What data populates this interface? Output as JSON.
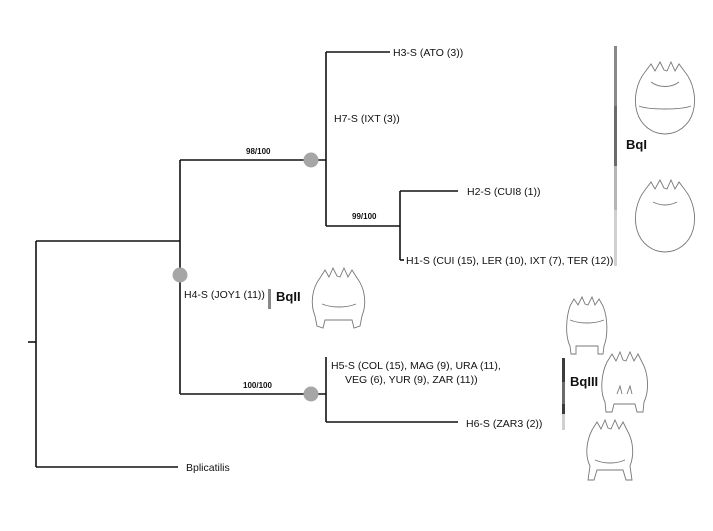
{
  "tree": {
    "taxa": {
      "h3": "H3-S (ATO (3))",
      "h7": "H7-S (IXT (3))",
      "h2": "H2-S (CUI8 (1))",
      "h1": "H1-S (CUI (15), LER (10), IXT (7), TER (12))",
      "h4": "H4-S (JOY1 (11))",
      "h5_line1": "H5-S (COL (15), MAG (9), URA (11),",
      "h5_line2": "VEG (6), YUR (9), ZAR (11))",
      "h6": "H6-S (ZAR3 (2))",
      "outgroup": "Bplicatilis"
    },
    "support": {
      "bqi_clade": "98/100",
      "h2_h1": "99/100",
      "bqiii_clade": "100/100"
    },
    "clades": {
      "bqi": "BqI",
      "bqii": "BqII",
      "bqiii": "BqIII"
    },
    "node_marker_color": "#a6a6a6",
    "bar_colors": [
      "#888888",
      "#6b6b6b",
      "#b5b5b5",
      "#d0d0d0",
      "#3c3c3c"
    ]
  }
}
